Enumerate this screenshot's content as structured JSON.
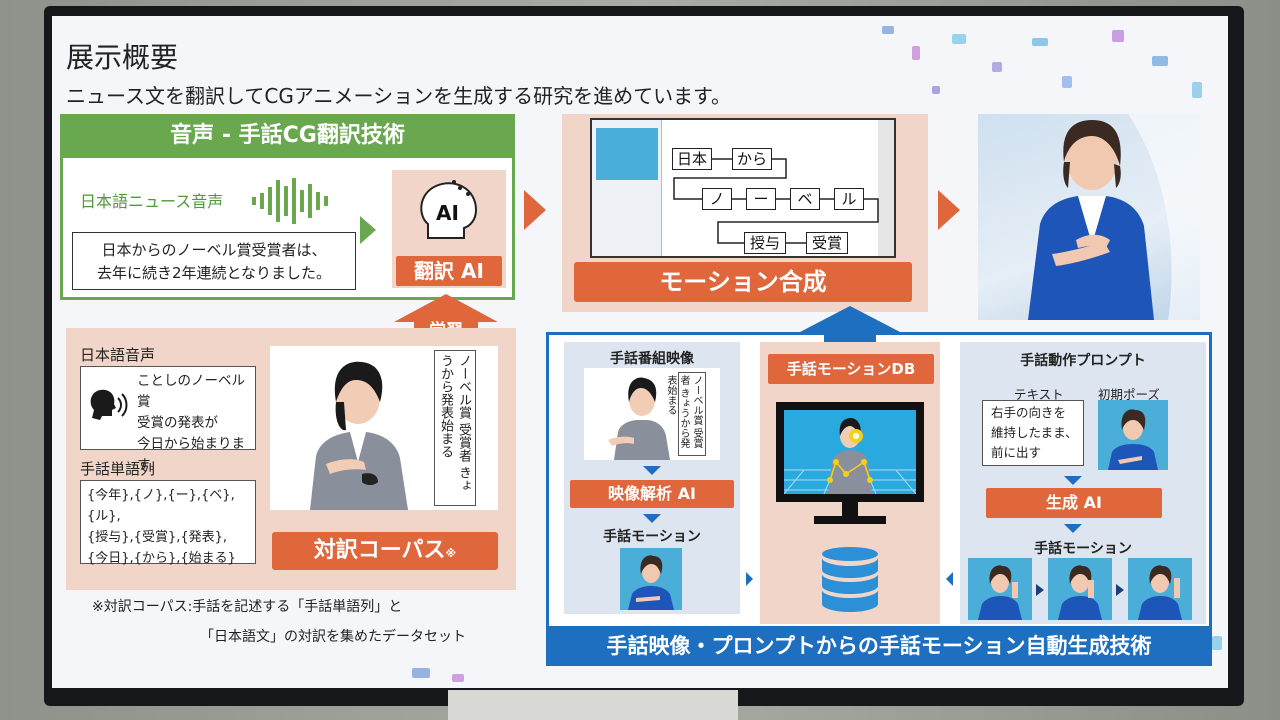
{
  "header": {
    "title": "展示概要",
    "subtitle": "ニュース文を翻訳してCGアニメーションを生成する研究を進めています。"
  },
  "translation": {
    "heading": "音声 - 手話CG翻訳技術",
    "news_audio_label": "日本語ニュース音声",
    "sentence_line1": "日本からのノーベル賞受賞者は、",
    "sentence_line2": "去年に続き2年連続となりました。",
    "ai_icon_label": "AI",
    "ai_button": "翻訳 AI"
  },
  "learning_label": "学習",
  "motion": {
    "words_row1": [
      "日本",
      "から"
    ],
    "words_row2": [
      "ノ",
      "ー",
      "ベ",
      "ル"
    ],
    "words_row3": [
      "授与",
      "受賞"
    ],
    "button": "モーション合成"
  },
  "corpus": {
    "audio_label": "日本語音声",
    "speech_line1": "ことしのノーベル賞",
    "speech_line2": "受賞の発表が",
    "speech_line3": "今日から始まります。",
    "word_label": "手話単語列",
    "word_line1": "{今年},{ノ},{ー},{ベ},{ル},",
    "word_line2": "{授与},{受賞},{発表},",
    "word_line3": "{今日},{から},{始まる}",
    "vertical_text": "ノーベル賞 受賞者 きょうから発表始まる",
    "button": "対訳コーパス",
    "button_mark": "※",
    "note_line1": "※対訳コーパス:手話を記述する「手話単語列」と",
    "note_line2": "「日本語文」の対訳を集めたデータセット"
  },
  "auto_gen": {
    "video_title": "手話番組映像",
    "video_vertical": "ノーベル賞 受賞者 きょうから発表始まる",
    "analysis_button": "映像解析 AI",
    "video_motion_label": "手話モーション",
    "db_button": "手話モーションDB",
    "prompt_title": "手話動作プロンプト",
    "text_label": "テキスト",
    "pose_label": "初期ポーズ",
    "prompt_line1": "右手の向きを",
    "prompt_line2": "維持したまま、",
    "prompt_line3": "前に出す",
    "gen_button": "生成 AI",
    "gen_motion_label": "手話モーション",
    "banner": "手話映像・プロンプトからの手話モーション自動生成技術"
  },
  "colors": {
    "green": "#6aa84f",
    "orange": "#e0663c",
    "peach": "#f1d5c8",
    "blue": "#1e6fc0",
    "light_blue": "#dde6f0"
  }
}
